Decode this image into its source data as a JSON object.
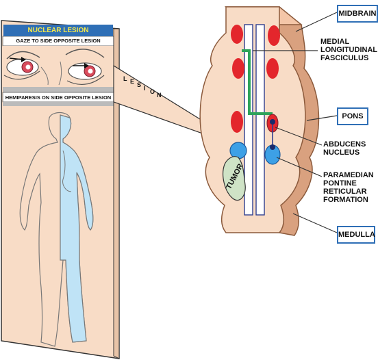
{
  "panel": {
    "title": "NUCLEAR LESION",
    "gaze_text": "GAZE TO SIDE OPPOSITE LESION",
    "hemiparesis_text": "HEMIPARESIS ON SIDE OPPOSITE LESION"
  },
  "callout": {
    "letters": [
      "L",
      "E",
      "S",
      "I",
      "O",
      "N"
    ]
  },
  "brainstem": {
    "tumor_label": "TUMOR"
  },
  "labels": {
    "midbrain": "MIDBRAIN",
    "pons": "PONS",
    "medulla": "MEDULLA",
    "mlf": "MEDIAL\nLONGITUDINAL\nFASCICULUS",
    "abducens": "ABDUCENS\nNUCLEUS",
    "pprf": "PARAMEDIAN\nPONTINE\nRETICULAR\nFORMATION"
  },
  "colors": {
    "tissue": "#f8dcc6",
    "tissue_edge": "#c88f6c",
    "accent_blue": "#2f6fb6",
    "lesion_blue": "#3da0e6",
    "nucleus_red": "#e3262c",
    "mlf_green": "#2ea35a",
    "tumor_fill": "#cfe3c6",
    "body_blue": "#bfe3f6"
  }
}
